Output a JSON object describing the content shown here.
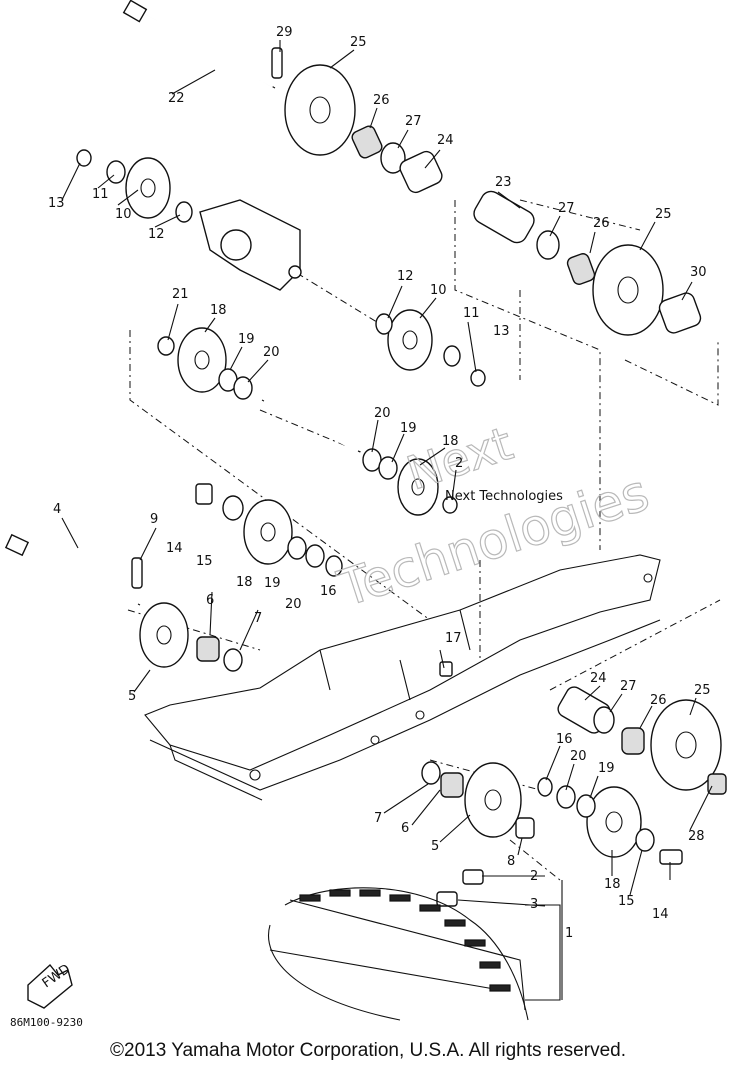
{
  "diagram": {
    "callouts": [
      "1",
      "2",
      "3",
      "4",
      "5",
      "5",
      "6",
      "6",
      "7",
      "7",
      "8",
      "9",
      "10",
      "10",
      "11",
      "11",
      "12",
      "12",
      "13",
      "13",
      "14",
      "14",
      "15",
      "15",
      "16",
      "16",
      "17",
      "18",
      "18",
      "18",
      "18",
      "19",
      "19",
      "19",
      "19",
      "20",
      "20",
      "20",
      "20",
      "21",
      "2",
      "22",
      "23",
      "24",
      "24",
      "25",
      "25",
      "25",
      "26",
      "26",
      "26",
      "27",
      "27",
      "27",
      "28",
      "29",
      "30"
    ],
    "watermark": [
      "Next",
      "Technologies"
    ],
    "watermark_small": "Next Technologies",
    "fwd_label": "FWD"
  },
  "drawing_code": "86M100-9230",
  "copyright": "©2013 Yamaha Motor Corporation, U.S.A. All rights reserved."
}
